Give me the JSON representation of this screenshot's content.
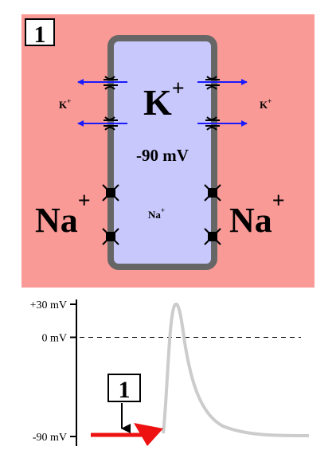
{
  "panel": {
    "number": "1",
    "background_color": "#fa9a96",
    "cell_color": "#c8c8fc",
    "membrane_color": "#666666",
    "outside_left_k": "K",
    "outside_right_k": "K",
    "inside_k": "K",
    "plus": "+",
    "membrane_potential": "-90 mV",
    "outside_left_na": "Na",
    "outside_right_na": "Na",
    "inside_na": "Na",
    "k_flux_color": "#1a1aff"
  },
  "chart_data": {
    "type": "line",
    "yticks": [
      "+30 mV",
      "0 mV",
      "-90 mV"
    ],
    "ylim": [
      -90,
      30
    ],
    "threshold_line": "0 mV",
    "action_potential_color": "#cccccc",
    "current_phase_color": "#ee1111",
    "marker_label": "1"
  }
}
